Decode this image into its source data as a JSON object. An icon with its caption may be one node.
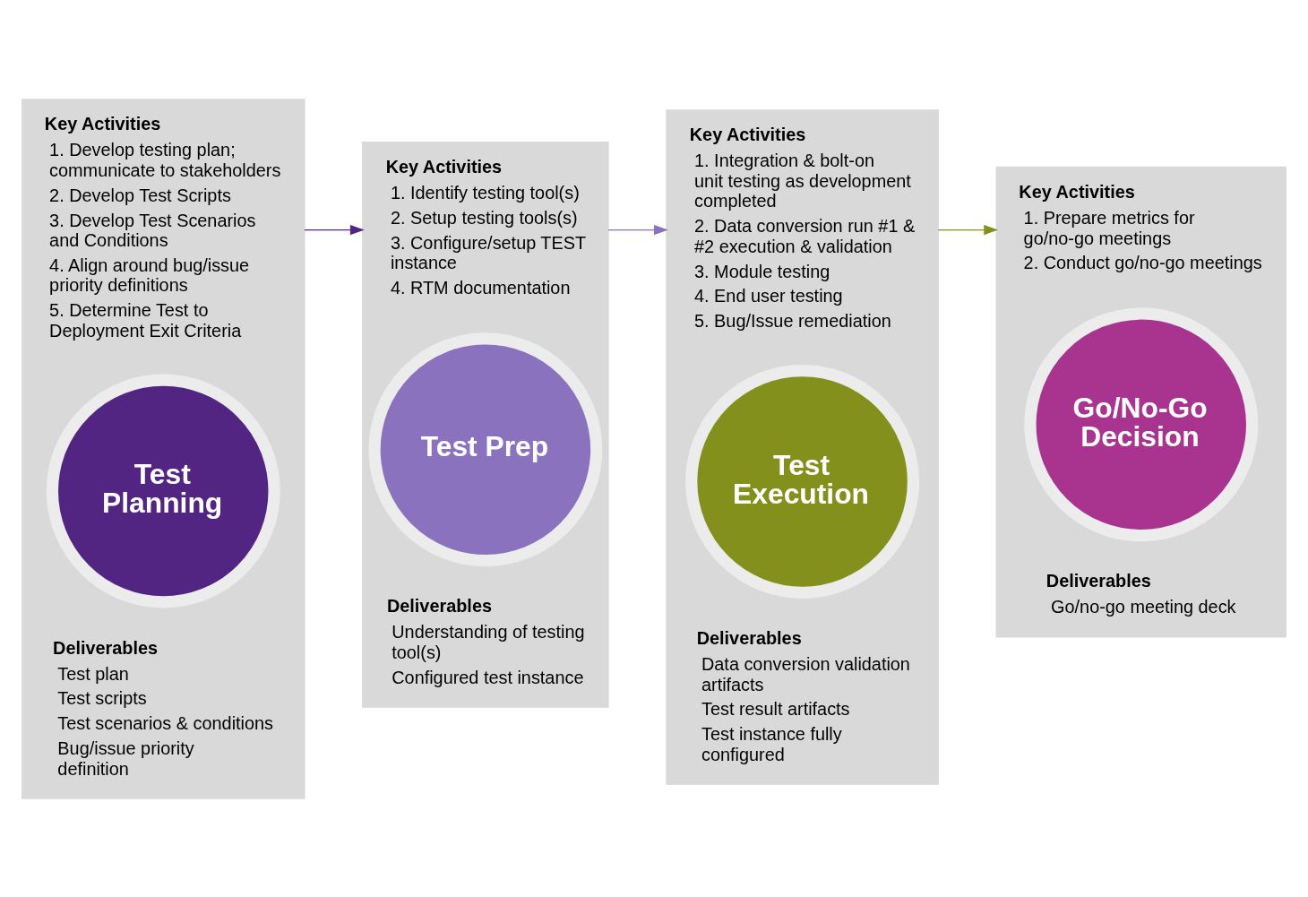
{
  "diagram": {
    "nodes": [
      {
        "text": [],
        "shape": "box"
      },
      {
        "text": [
          "Key Activities",
          "1. Develop testing plan; communicate to stakeholders",
          "2. Develop Test Scripts",
          "3. Develop Test Scenarios and Conditions",
          "4. Align around bug/issue priority definitions",
          "5. Determine Test to Deployment Exit Criteria"
        ],
        "in": 0
      },
      {
        "text": [
          "Test Planning"
        ],
        "in": 0
      },
      {
        "text": [
          "Deliverables",
          "Test plan",
          "Test scripts",
          "Test scenarios & conditions",
          "Bug/issue priority definition"
        ],
        "in": 0
      },
      {
        "text": [],
        "shape": "box"
      },
      {
        "text": [
          "Key Activities",
          "1. Identify testing tool(s)",
          "2. Setup testing tools(s)",
          "3. Configure/setup TEST instance",
          "4. RTM documentation"
        ],
        "in": 4
      },
      {
        "text": [
          "Test Prep"
        ],
        "in": 4
      },
      {
        "text": [
          "Deliverables",
          "Understanding of testing tool(s)",
          "Configured test instance"
        ],
        "in": 4
      },
      {
        "text": [],
        "shape": "box"
      },
      {
        "text": [
          "Key Activities",
          "1. Integration & bolt-on unit testing as development completed",
          "2. Data conversion run #1 & #2 execution & validation",
          "3. Module testing",
          "4. End user testing",
          "5. Bug/Issue remediation"
        ],
        "in": 8
      },
      {
        "text": [
          "Test Execution"
        ],
        "in": 8
      },
      {
        "text": [
          "Deliverables",
          "Data conversion validation artifacts",
          "Test result artifacts",
          "Test instance fully configured"
        ],
        "in": 8
      },
      {
        "text": [],
        "shape": "box"
      },
      {
        "text": [
          "Key Activities",
          "1. Prepare metrics for go/no-go meetings",
          "2. Conduct go/no-go meetings"
        ],
        "in": 12
      },
      {
        "text": [
          "Go/No-Go Decision"
        ],
        "in": 12
      },
      {
        "text": [
          "Deliverables",
          "Go/no-go meeting deck"
        ],
        "in": 12
      }
    ],
    "edges": [
      {
        "from": 0,
        "to": 4,
        "arrow": "to",
        "color": "#522583"
      },
      {
        "from": 4,
        "to": 8,
        "arrow": "to",
        "color": "#8b72be"
      },
      {
        "from": 8,
        "to": 12,
        "arrow": "to",
        "color": "#84901c"
      }
    ]
  }
}
